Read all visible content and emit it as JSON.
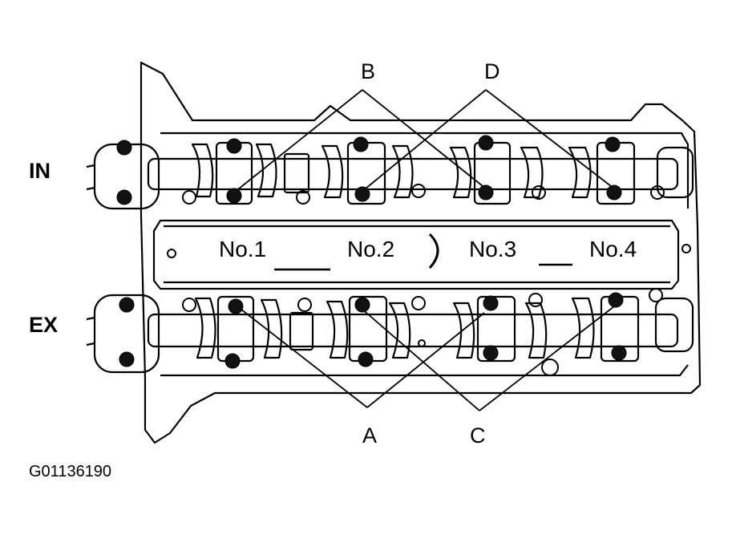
{
  "diagram": {
    "side_labels": {
      "intake": "IN",
      "exhaust": "EX"
    },
    "journal_labels": [
      "No.1",
      "No.2",
      "No.3",
      "No.4"
    ],
    "pointer_letters": {
      "a": "A",
      "b": "B",
      "c": "C",
      "d": "D"
    },
    "figure_code": "G01136190"
  },
  "colors": {
    "ink": "#000000",
    "paper": "#ffffff",
    "bolt": "#111111"
  }
}
